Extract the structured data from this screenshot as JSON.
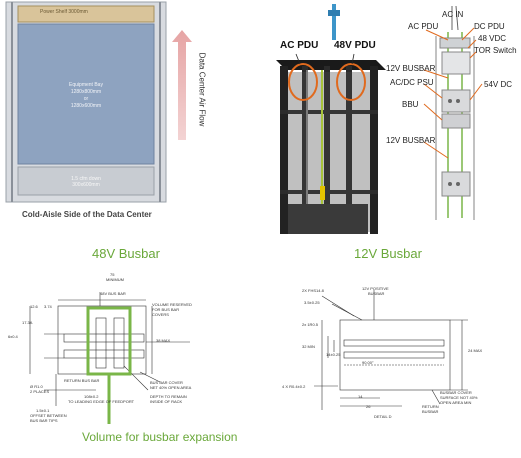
{
  "top_left": {
    "power_shelf_label": "Power Shelf 3000mm",
    "equipment_bay_line1": "Equipment Bay",
    "equipment_bay_line2": "1280x800mm",
    "equipment_bay_line3": "or",
    "equipment_bay_line4": "1280x600mm",
    "bottom_bay_line1": "1.5 cfm down",
    "bottom_bay_line2": "300x600mm",
    "airflow_label": "Data Center Air Flow",
    "caption": "Cold-Aisle Side of the Data Center"
  },
  "top_middle": {
    "ac_pdu_label": "AC PDU",
    "pdu_48v_label": "48V PDU"
  },
  "top_right": {
    "labels": {
      "ac_in": "AC IN",
      "ac_pdu": "AC PDU",
      "dc_pdu": "DC PDU",
      "v48_vdc": "48 VDC",
      "tor_switch": "TOR Switch",
      "busbar_12v_top": "12V BUSBAR",
      "acdc_psu": "AC/DC PSU",
      "dc_54v": "54V DC",
      "bbu": "BBU",
      "busbar_12v_bottom": "12V BUSBAR"
    }
  },
  "bottom_left": {
    "title": "48V Busbar",
    "callout": "Volume for busbar expansion",
    "annotations": {
      "dim_75": "75",
      "minimum": "MINIMUM",
      "bus_48v": "48V BUS BAR",
      "volume_reserved_1": "VOLUME RESERVED",
      "volume_reserved_2": "FOR BUS BAR",
      "volume_reserved_3": "COVERS",
      "dim_126": "12.6",
      "dim_374": "3.74",
      "dim_173": "17.3A",
      "dim_604": "6x0.4",
      "return_bus": "RETURN BUS BAR",
      "dim_38max": "38 MAX",
      "dim_r10": "Ø R1.0",
      "places": "2 PLACES",
      "bus_cover_1": "BUS BAR COVER",
      "bus_cover_2": "NET 40% OPEN AREA",
      "dim_10_leading": "108±0.2",
      "leading_edge": "TO LEADING EDGE OF FEEDPORT",
      "depth_1": "DEPTH TO REMAIN",
      "depth_2": "INSIDE OF RACK",
      "offset_val": "1.5±0.1",
      "offset_1": "OFFSET BETWEEN",
      "offset_2": "BUS BAR TIPS"
    }
  },
  "bottom_right": {
    "title": "12V Busbar",
    "annotations": {
      "dim_top": "2X FHS14.8",
      "positive_bus": "12V POSITIVE",
      "positive_bus_2": "BUSBAR",
      "dim_3541": "3.5±0.25",
      "dim_2x": "2x 1R0.5",
      "dim_32min": "32 MIN",
      "dim_1465": "14±0.25",
      "dim_90": "90.00°",
      "dim_24max": "24 MAX",
      "busbar_cover_1": "BUSBAR COVER",
      "busbar_cover_2": "SURFACE NOT 40%",
      "busbar_cover_3": "OPEN AREA MIN",
      "dim_4x": "4 X R0.4±0.2",
      "dim_14": "14",
      "dim_26": "26",
      "detail": "DETAIL D",
      "return_1": "RETURN",
      "return_2": "BUSBAR"
    }
  },
  "colors": {
    "bay_blue": "#8ea3c0",
    "highlight_green": "#7ab648",
    "title_green": "#6aa83a",
    "orange": "#e06a1e",
    "arrow_top": "#5a7fb3",
    "arrow_bottom": "#e6a4a4"
  }
}
